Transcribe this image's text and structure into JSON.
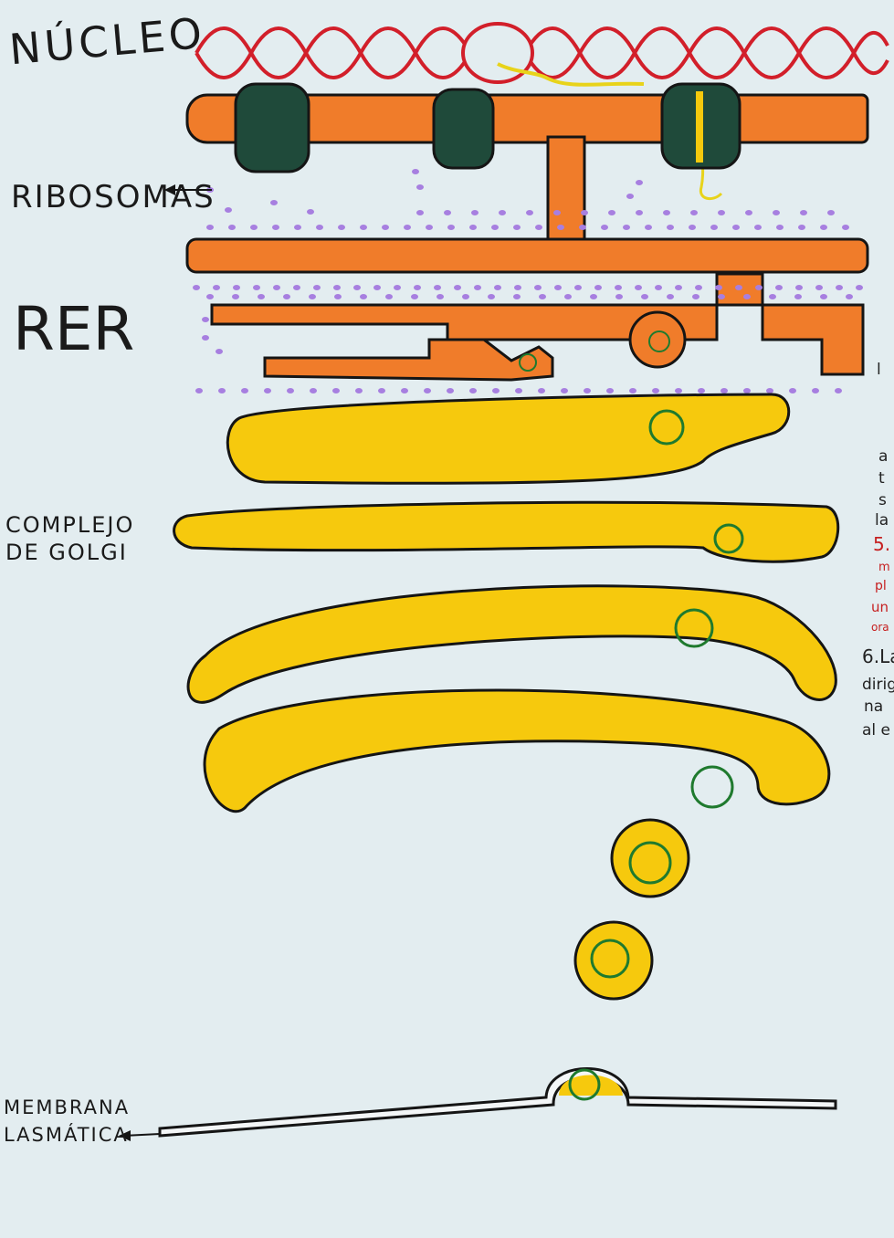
{
  "labels": {
    "nucleo": "NÚCLEO",
    "ribosomas": "RIBOSOMAS",
    "rer": "RER",
    "golgi_line1": "COMPLEJO",
    "golgi_line2": "DE GOLGI",
    "membrana_line1": "MEMBRANA",
    "membrana_line2": "LASMÁTICA"
  },
  "side_fragments": [
    {
      "text": "l",
      "color": "#222"
    },
    {
      "text": "a",
      "color": "#222"
    },
    {
      "text": "t",
      "color": "#222"
    },
    {
      "text": "s",
      "color": "#222"
    },
    {
      "text": "la",
      "color": "#222"
    },
    {
      "text": "5.",
      "color": "#c62020"
    },
    {
      "text": "m",
      "color": "#c62020"
    },
    {
      "text": "pl",
      "color": "#c62020"
    },
    {
      "text": "un",
      "color": "#c62020"
    },
    {
      "text": "ora",
      "color": "#c62020"
    },
    {
      "text": "6.La",
      "color": "#222"
    },
    {
      "text": "dirig",
      "color": "#222"
    },
    {
      "text": "na",
      "color": "#222"
    },
    {
      "text": "al e",
      "color": "#222"
    }
  ],
  "colors": {
    "background": "#e3edf0",
    "dna": "#d21f2a",
    "membrane_fill": "#f07c2a",
    "pore": "#1f4a3a",
    "ribosome_dot": "#a77fe0",
    "golgi_fill": "#f6c90d",
    "protein": "#1f7a2e",
    "outline": "#151515"
  }
}
